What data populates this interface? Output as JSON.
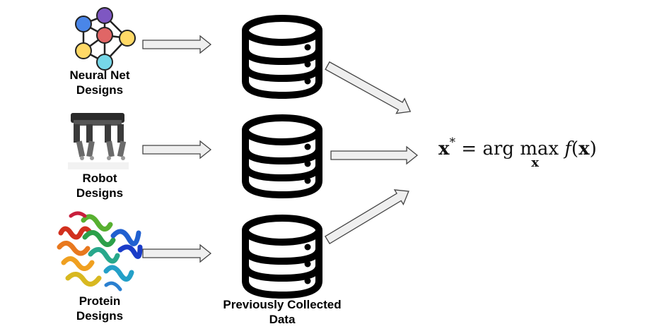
{
  "sources": [
    {
      "label_line1": "Neural Net",
      "label_line2": "Designs",
      "icon": "neural-network-icon"
    },
    {
      "label_line1": "Robot",
      "label_line2": "Designs",
      "icon": "robot-icon"
    },
    {
      "label_line1": "Protein",
      "label_line2": "Designs",
      "icon": "protein-structure-icon"
    }
  ],
  "database_label_line1": "Previously Collected",
  "database_label_line2": "Data",
  "formula": {
    "lhs": "x",
    "lhs_sup": "*",
    "equals": "=",
    "arg": "arg",
    "max": "max",
    "max_sub": "x",
    "func": "f",
    "arg_open": "(",
    "arg_var": "x",
    "arg_close": ")"
  },
  "colors": {
    "arrow_fill": "#efefef",
    "arrow_stroke": "#444444",
    "database": "#000000",
    "nn_blue": "#4a86e8",
    "nn_purple": "#7e57c2",
    "nn_red": "#e06666",
    "nn_yellow": "#ffd966",
    "nn_cyan": "#76d7e8"
  }
}
